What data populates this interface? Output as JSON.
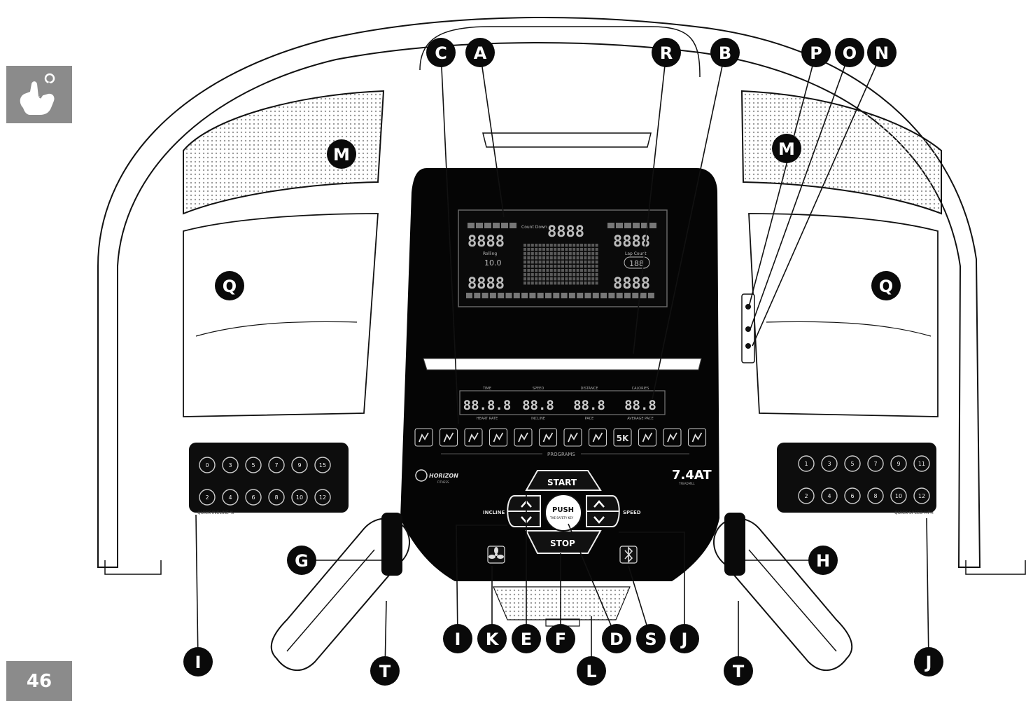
{
  "page": {
    "number": "46",
    "touch_icon": "hand-touch-icon"
  },
  "console": {
    "brand": "HORIZON",
    "brand_sub": "FITNESS",
    "model": "7.4AT",
    "model_sub": "TREADMILL"
  },
  "lcd": {
    "count_down_label": "Count Down",
    "rolling_label": "Rolling",
    "lap_count_label": "Lap Count",
    "seg_value": "8888",
    "small_value": "10.0",
    "lap_value": "188"
  },
  "led": {
    "labels_top": [
      "TIME",
      "SPEED",
      "DISTANCE",
      "CALORIES"
    ],
    "labels_bottom": [
      "HEART RATE",
      "INCLINE",
      "PACE",
      "AVERAGE PACE"
    ],
    "values": [
      "88.8.8",
      "88.8",
      "88.8",
      "88.8"
    ]
  },
  "programs_label": "PROGRAMS",
  "program_badge": "5K",
  "controls": {
    "start": "START",
    "stop": "STOP",
    "push": "PUSH",
    "push_sub": "THE SAFETY KEY",
    "incline": "INCLINE",
    "speed": "SPEED"
  },
  "quick_incline": {
    "label": "QUICK INCLINE %",
    "keys": [
      "0",
      "3",
      "5",
      "7",
      "9",
      "15",
      "2",
      "4",
      "6",
      "8",
      "10",
      "12"
    ]
  },
  "quick_speed": {
    "label": "QUICK SPEED MPH",
    "keys": [
      "1",
      "3",
      "5",
      "7",
      "9",
      "11",
      "2",
      "4",
      "6",
      "8",
      "10",
      "12"
    ]
  },
  "callouts": [
    {
      "label": "C"
    },
    {
      "label": "A"
    },
    {
      "label": "R"
    },
    {
      "label": "B"
    },
    {
      "label": "P"
    },
    {
      "label": "O"
    },
    {
      "label": "N"
    },
    {
      "label": "M"
    },
    {
      "label": "M"
    },
    {
      "label": "Q"
    },
    {
      "label": "Q"
    },
    {
      "label": "G"
    },
    {
      "label": "H"
    },
    {
      "label": "I"
    },
    {
      "label": "K"
    },
    {
      "label": "E"
    },
    {
      "label": "F"
    },
    {
      "label": "D"
    },
    {
      "label": "S"
    },
    {
      "label": "J"
    },
    {
      "label": "I"
    },
    {
      "label": "T"
    },
    {
      "label": "L"
    },
    {
      "label": "T"
    },
    {
      "label": "J"
    }
  ]
}
